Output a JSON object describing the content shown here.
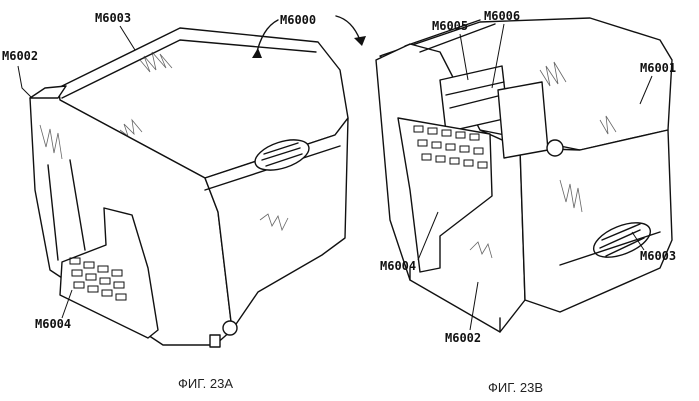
{
  "figures": [
    {
      "caption": "ФИГ. 23А",
      "labels": [
        "M6003",
        "M6002",
        "M6004"
      ]
    },
    {
      "caption": "ФИГ. 23В",
      "labels": [
        "M6005",
        "M6006",
        "M6001",
        "M6003",
        "M6004",
        "M6002"
      ]
    }
  ],
  "shared_label": "M6000"
}
